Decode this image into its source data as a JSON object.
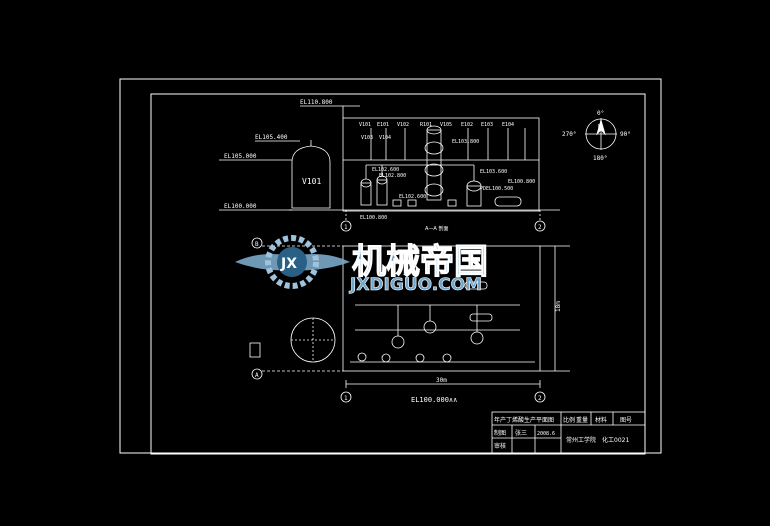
{
  "elevations": {
    "top": "EL110.800",
    "tank_top": "EL105.400",
    "floor2": "EL105.000",
    "ground": "EL100.000",
    "mid_a": "EL102.600",
    "mid_b": "EL102.800",
    "mid_c": "EL102.600",
    "mid_d": "EL103.800",
    "mid_e": "EL100.800",
    "right_a": "EL103.600",
    "right_b": "EL100.800",
    "right_c": "PDEL100.500",
    "plan_label": "EL100.000∧∧"
  },
  "equipment": {
    "v101": "V101",
    "top_tags": [
      "V101",
      "E101",
      "V102",
      "R101",
      "V105",
      "E102",
      "E103",
      "E104"
    ],
    "top_tags2": [
      "V103",
      "V104"
    ],
    "section_label": "A—A 剖面"
  },
  "grid": {
    "one": "1",
    "two": "2",
    "a": "A",
    "b": "B"
  },
  "dimensions": {
    "width": "30m",
    "height": "18m"
  },
  "compass": {
    "north": "0°",
    "east": "90°",
    "south": "180°",
    "west": "270°",
    "n": "N"
  },
  "title_block": {
    "drawing_title": "年产丁烯酸生产平面图",
    "scale_label": "比例",
    "sheet_label": "重量",
    "material_label": "材料",
    "drawing_no_label": "图号",
    "drawn_label": "制图",
    "drawn_name": "张三",
    "date": "2008.6",
    "check_label": "审核",
    "school": "常州工学院",
    "class_code": "化工0021"
  },
  "watermark": {
    "brand_cn": "机械帝国",
    "brand_url": "JXDIGUO.COM",
    "logo_text": "JX"
  }
}
